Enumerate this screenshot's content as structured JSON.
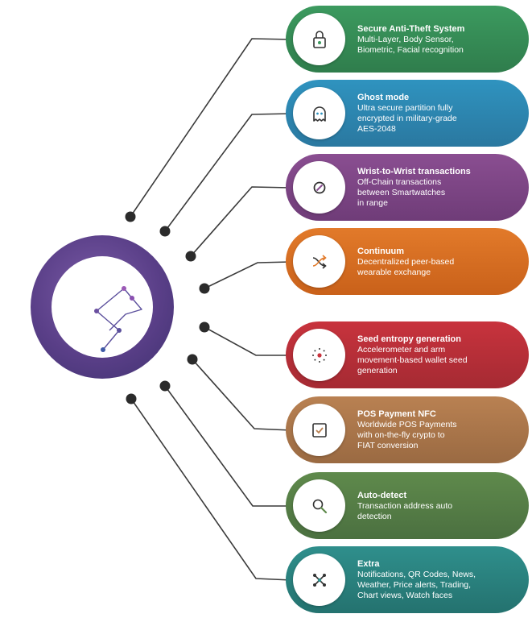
{
  "features": [
    {
      "id": "anti-theft",
      "icon": "padlock-icon",
      "color": "#3c9a5f",
      "color2": "#2f7d4c",
      "title": "Secure Anti-Theft System",
      "lines": [
        "Multi-Layer, Body Sensor,",
        "Biometric, Facial recognition"
      ]
    },
    {
      "id": "ghost-mode",
      "icon": "ghost-icon",
      "color": "#2f93bf",
      "color2": "#2a78a0",
      "title": "Ghost mode",
      "lines": [
        "Ultra secure partition fully",
        "encrypted in military-grade",
        "AES-2048"
      ]
    },
    {
      "id": "wrist-to-wrist",
      "icon": "link-icon",
      "color": "#8a4e91",
      "color2": "#6f3c78",
      "title": "Wrist-to-Wrist transactions",
      "lines": [
        "Off-Chain transactions",
        "between Smartwatches",
        "in range"
      ]
    },
    {
      "id": "continuum",
      "icon": "shuffle-icon",
      "color": "#e27a2a",
      "color2": "#c9611a",
      "title": "Continuum",
      "lines": [
        "Decentralized peer-based",
        "wearable exchange"
      ]
    },
    {
      "id": "seed-entropy",
      "icon": "dot-circle-icon",
      "color": "#c8333d",
      "color2": "#a52a33",
      "title": "Seed entropy generation",
      "lines": [
        "Accelerometer and arm",
        "movement-based wallet seed",
        "generation"
      ]
    },
    {
      "id": "pos-payment",
      "icon": "checkbox-icon",
      "color": "#b98152",
      "color2": "#9a6a42",
      "title": "POS Payment NFC",
      "lines": [
        "Worldwide POS Payments",
        "with on-the-fly crypto to",
        "FIAT conversion"
      ]
    },
    {
      "id": "auto-detect",
      "icon": "magnifier-icon",
      "color": "#5f8a4c",
      "color2": "#4b7040",
      "title": "Auto-detect",
      "lines": [
        "Transaction address auto",
        "detection"
      ]
    },
    {
      "id": "extra",
      "icon": "network-icon",
      "color": "#2f8f8c",
      "color2": "#24726f",
      "title": "Extra",
      "lines": [
        "Notifications, QR Codes, News,",
        "Weather, Price alerts, Trading,",
        "Chart views, Watch faces"
      ]
    }
  ],
  "hub": {
    "icon": "lightning-logo-icon",
    "ring_color": "#5a3f88"
  },
  "accent_colors": {
    "connector": "#3a3a3a"
  }
}
